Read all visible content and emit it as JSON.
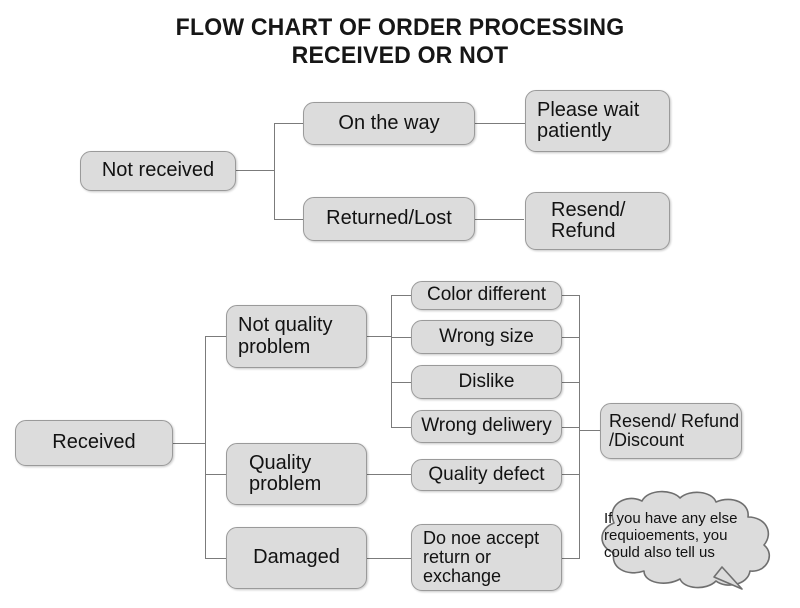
{
  "title": {
    "line1": "FLOW CHART OF ORDER PROCESSING",
    "line2": "RECEIVED OR NOT"
  },
  "colors": {
    "box_fill": "#dcdcdc",
    "box_border": "#9a9a9a",
    "connector": "#7b7b7b",
    "text": "#121212",
    "background": "#ffffff"
  },
  "chart_data": {
    "type": "diagram",
    "title": "FLOW CHART OF ORDER PROCESSING RECEIVED OR NOT",
    "branches": [
      {
        "root": "Not received",
        "paths": [
          [
            "Not received",
            "On the way",
            "Please wait patiently"
          ],
          [
            "Not received",
            "Returned/Lost",
            "Resend/\nRefund"
          ]
        ]
      },
      {
        "root": "Received",
        "paths": [
          [
            "Received",
            "Not quality problem",
            "Color different",
            "Resend/ Refund\n/Discount"
          ],
          [
            "Received",
            "Not quality problem",
            "Wrong size",
            "Resend/ Refund\n/Discount"
          ],
          [
            "Received",
            "Not quality problem",
            "Dislike",
            "Resend/ Refund\n/Discount"
          ],
          [
            "Received",
            "Not quality problem",
            "Wrong deliwery",
            "Resend/ Refund\n/Discount"
          ],
          [
            "Received",
            "Quality problem",
            "Quality defect",
            "Resend/ Refund\n/Discount"
          ],
          [
            "Received",
            "Damaged",
            "Do noe accept return or exchange",
            "Resend/ Refund\n/Discount"
          ]
        ]
      }
    ]
  },
  "top_chart": {
    "root": {
      "label": "Not received"
    },
    "stage2": [
      {
        "label": "On the way"
      },
      {
        "label": "Returned/Lost"
      }
    ],
    "stage3": [
      {
        "label": "Please wait\npatiently"
      },
      {
        "label": "Resend/\nRefund"
      }
    ]
  },
  "bottom_chart": {
    "root": {
      "label": "Received"
    },
    "stage2": [
      {
        "label": "Not quality\nproblem"
      },
      {
        "label": "Quality\nproblem"
      },
      {
        "label": "Damaged"
      }
    ],
    "stage3": [
      {
        "label": "Color different"
      },
      {
        "label": "Wrong size"
      },
      {
        "label": "Dislike"
      },
      {
        "label": "Wrong deliwery"
      },
      {
        "label": "Quality defect"
      },
      {
        "label": "Do noe accept\nreturn or\nexchange"
      }
    ],
    "stage4": [
      {
        "label": "Resend/ Refund\n/Discount"
      }
    ],
    "note": {
      "label": "If you have any else\nrequioements, you\ncould also tell us"
    }
  }
}
